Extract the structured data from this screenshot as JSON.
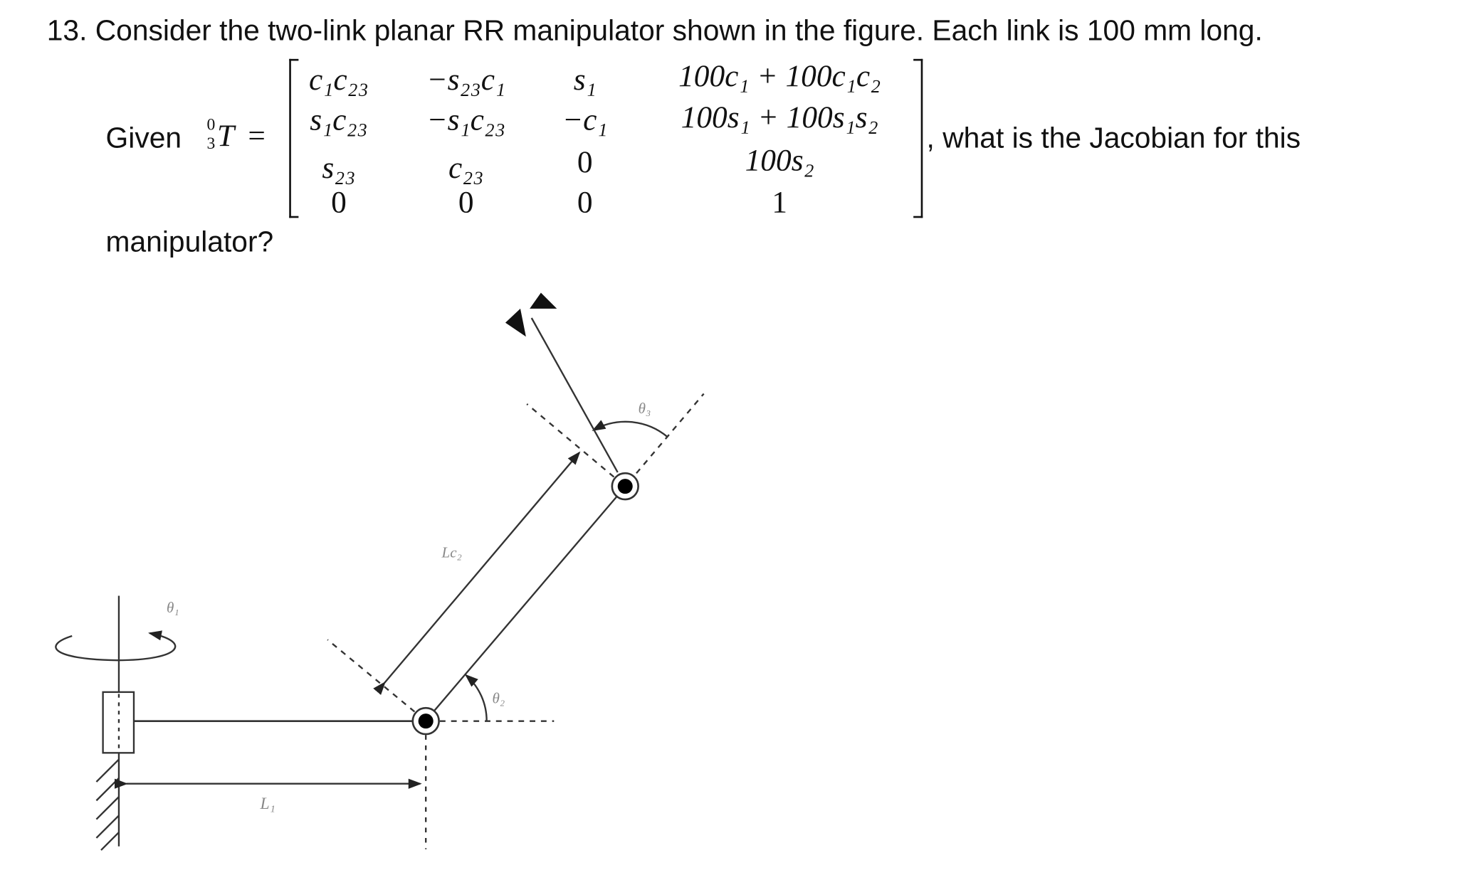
{
  "question": {
    "title": "13. Consider the two-link planar RR manipulator shown in the figure. Each link is 100 mm long.",
    "given_label": "Given",
    "transform_symbol": "T",
    "transform_superscript": "0",
    "transform_subscript": "3",
    "equals": "=",
    "trailing_text": ", what is the Jacobian for this",
    "continuation": "manipulator?"
  },
  "matrix": {
    "rows": [
      [
        "c₁c₂₃",
        "−s₂₃c₁",
        "s₁",
        "100c₁ + 100c₁c₂"
      ],
      [
        "s₁c₂₃",
        "−s₁c₂₃",
        "−c₁",
        "100s₁ + 100s₁s₂"
      ],
      [
        "s₂₃",
        "c₂₃",
        "0",
        "100s₂"
      ],
      [
        "0",
        "0",
        "0",
        "1"
      ]
    ]
  },
  "figure": {
    "labels": {
      "theta1": "θ₁",
      "theta2": "θ₂",
      "theta3": "θ₃",
      "L1": "L₁",
      "Lc2": "Lc₂"
    }
  }
}
